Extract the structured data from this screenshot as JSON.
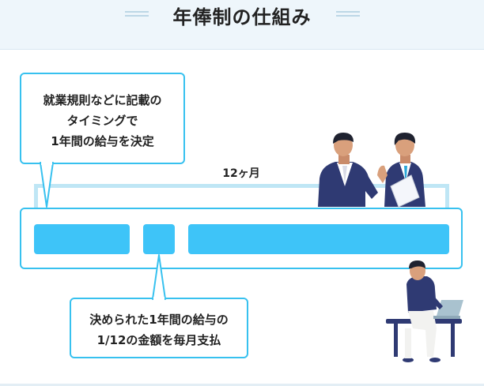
{
  "header": {
    "title": "年俸制の仕組み"
  },
  "callout_top": {
    "lines": [
      "就業規則などに記載の",
      "タイミングで",
      "1年間の給与を決定"
    ]
  },
  "callout_bottom": {
    "lines": [
      "決められた1年間の給与の",
      "1/12の金額を毎月支払"
    ]
  },
  "period": {
    "label": "12ヶ月"
  },
  "colors": {
    "accent": "#37c1ef",
    "block": "#3ec4f8",
    "bracket": "#bfe6f5",
    "header_bg": "#eef6fb",
    "suit": "#2f3a73"
  },
  "icons": {
    "people_top": "two-businessmen-icon",
    "person_bottom": "person-with-laptop-icon"
  }
}
